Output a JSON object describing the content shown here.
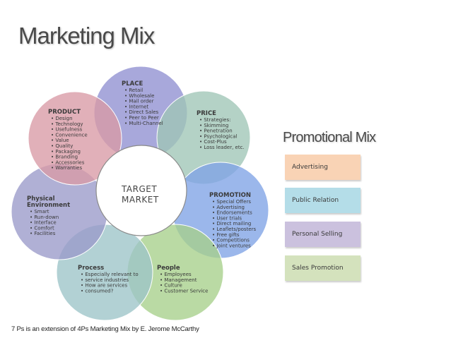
{
  "slide": {
    "title": "Marketing Mix",
    "footnote": "7 Ps is an extension of 4Ps Marketing Mix by E. Jerome McCarthy"
  },
  "diagram": {
    "center": {
      "line1": "TARGET",
      "line2": "MARKET"
    },
    "petals": [
      {
        "id": "place",
        "heading": "PLACE",
        "color": "#8f8fd1",
        "items": [
          "Retail",
          "Wholesale",
          "Mail order",
          "Internet",
          "Direct Sales",
          "Peer to Peer",
          "Multi-Channel"
        ]
      },
      {
        "id": "price",
        "heading": "PRICE",
        "color": "#9fc5b6",
        "items": [
          "Strategies:",
          "Skimming",
          "Penetration",
          "Psychological",
          "Cost-Plus",
          "Loss leader, etc."
        ]
      },
      {
        "id": "promotion",
        "heading": "PROMOTION",
        "color": "#7fa3e6",
        "items": [
          "Special Offers",
          "Advertising",
          "Endorsements",
          "User trials",
          "Direct mailing",
          "Leaflets/posters",
          "Free gifts",
          "Competitions",
          "Joint ventures"
        ]
      },
      {
        "id": "people",
        "heading": "People",
        "color": "#a6d08a",
        "items": [
          "Employees",
          "Management",
          "Culture",
          "Customer Service"
        ]
      },
      {
        "id": "process",
        "heading": "Process",
        "color": "#9cc4c8",
        "items": [
          "Especially relevant to",
          "service industries",
          "How are services",
          "consumed?"
        ]
      },
      {
        "id": "physical",
        "heading": "Physical",
        "heading2": "Environment",
        "color": "#9a9ac9",
        "items": [
          "Smart",
          "Run-down",
          "Interface",
          "Comfort",
          "Facilities"
        ]
      },
      {
        "id": "product",
        "heading": "PRODUCT",
        "color": "#d99aa5",
        "items": [
          "Design",
          "Technology",
          "Usefulness",
          "Convenience",
          "Value",
          "Quality",
          "Packaging",
          "Branding",
          "Accessories",
          "Warranties"
        ]
      }
    ]
  },
  "promotional_mix": {
    "title": "Promotional Mix",
    "items": [
      {
        "label": "Advertising",
        "color": "#f9d3b5"
      },
      {
        "label": "Public Relation",
        "color": "#b4dde8"
      },
      {
        "label": "Personal Selling",
        "color": "#cbc1de"
      },
      {
        "label": "Sales Promotion",
        "color": "#d4e2bd"
      }
    ]
  }
}
